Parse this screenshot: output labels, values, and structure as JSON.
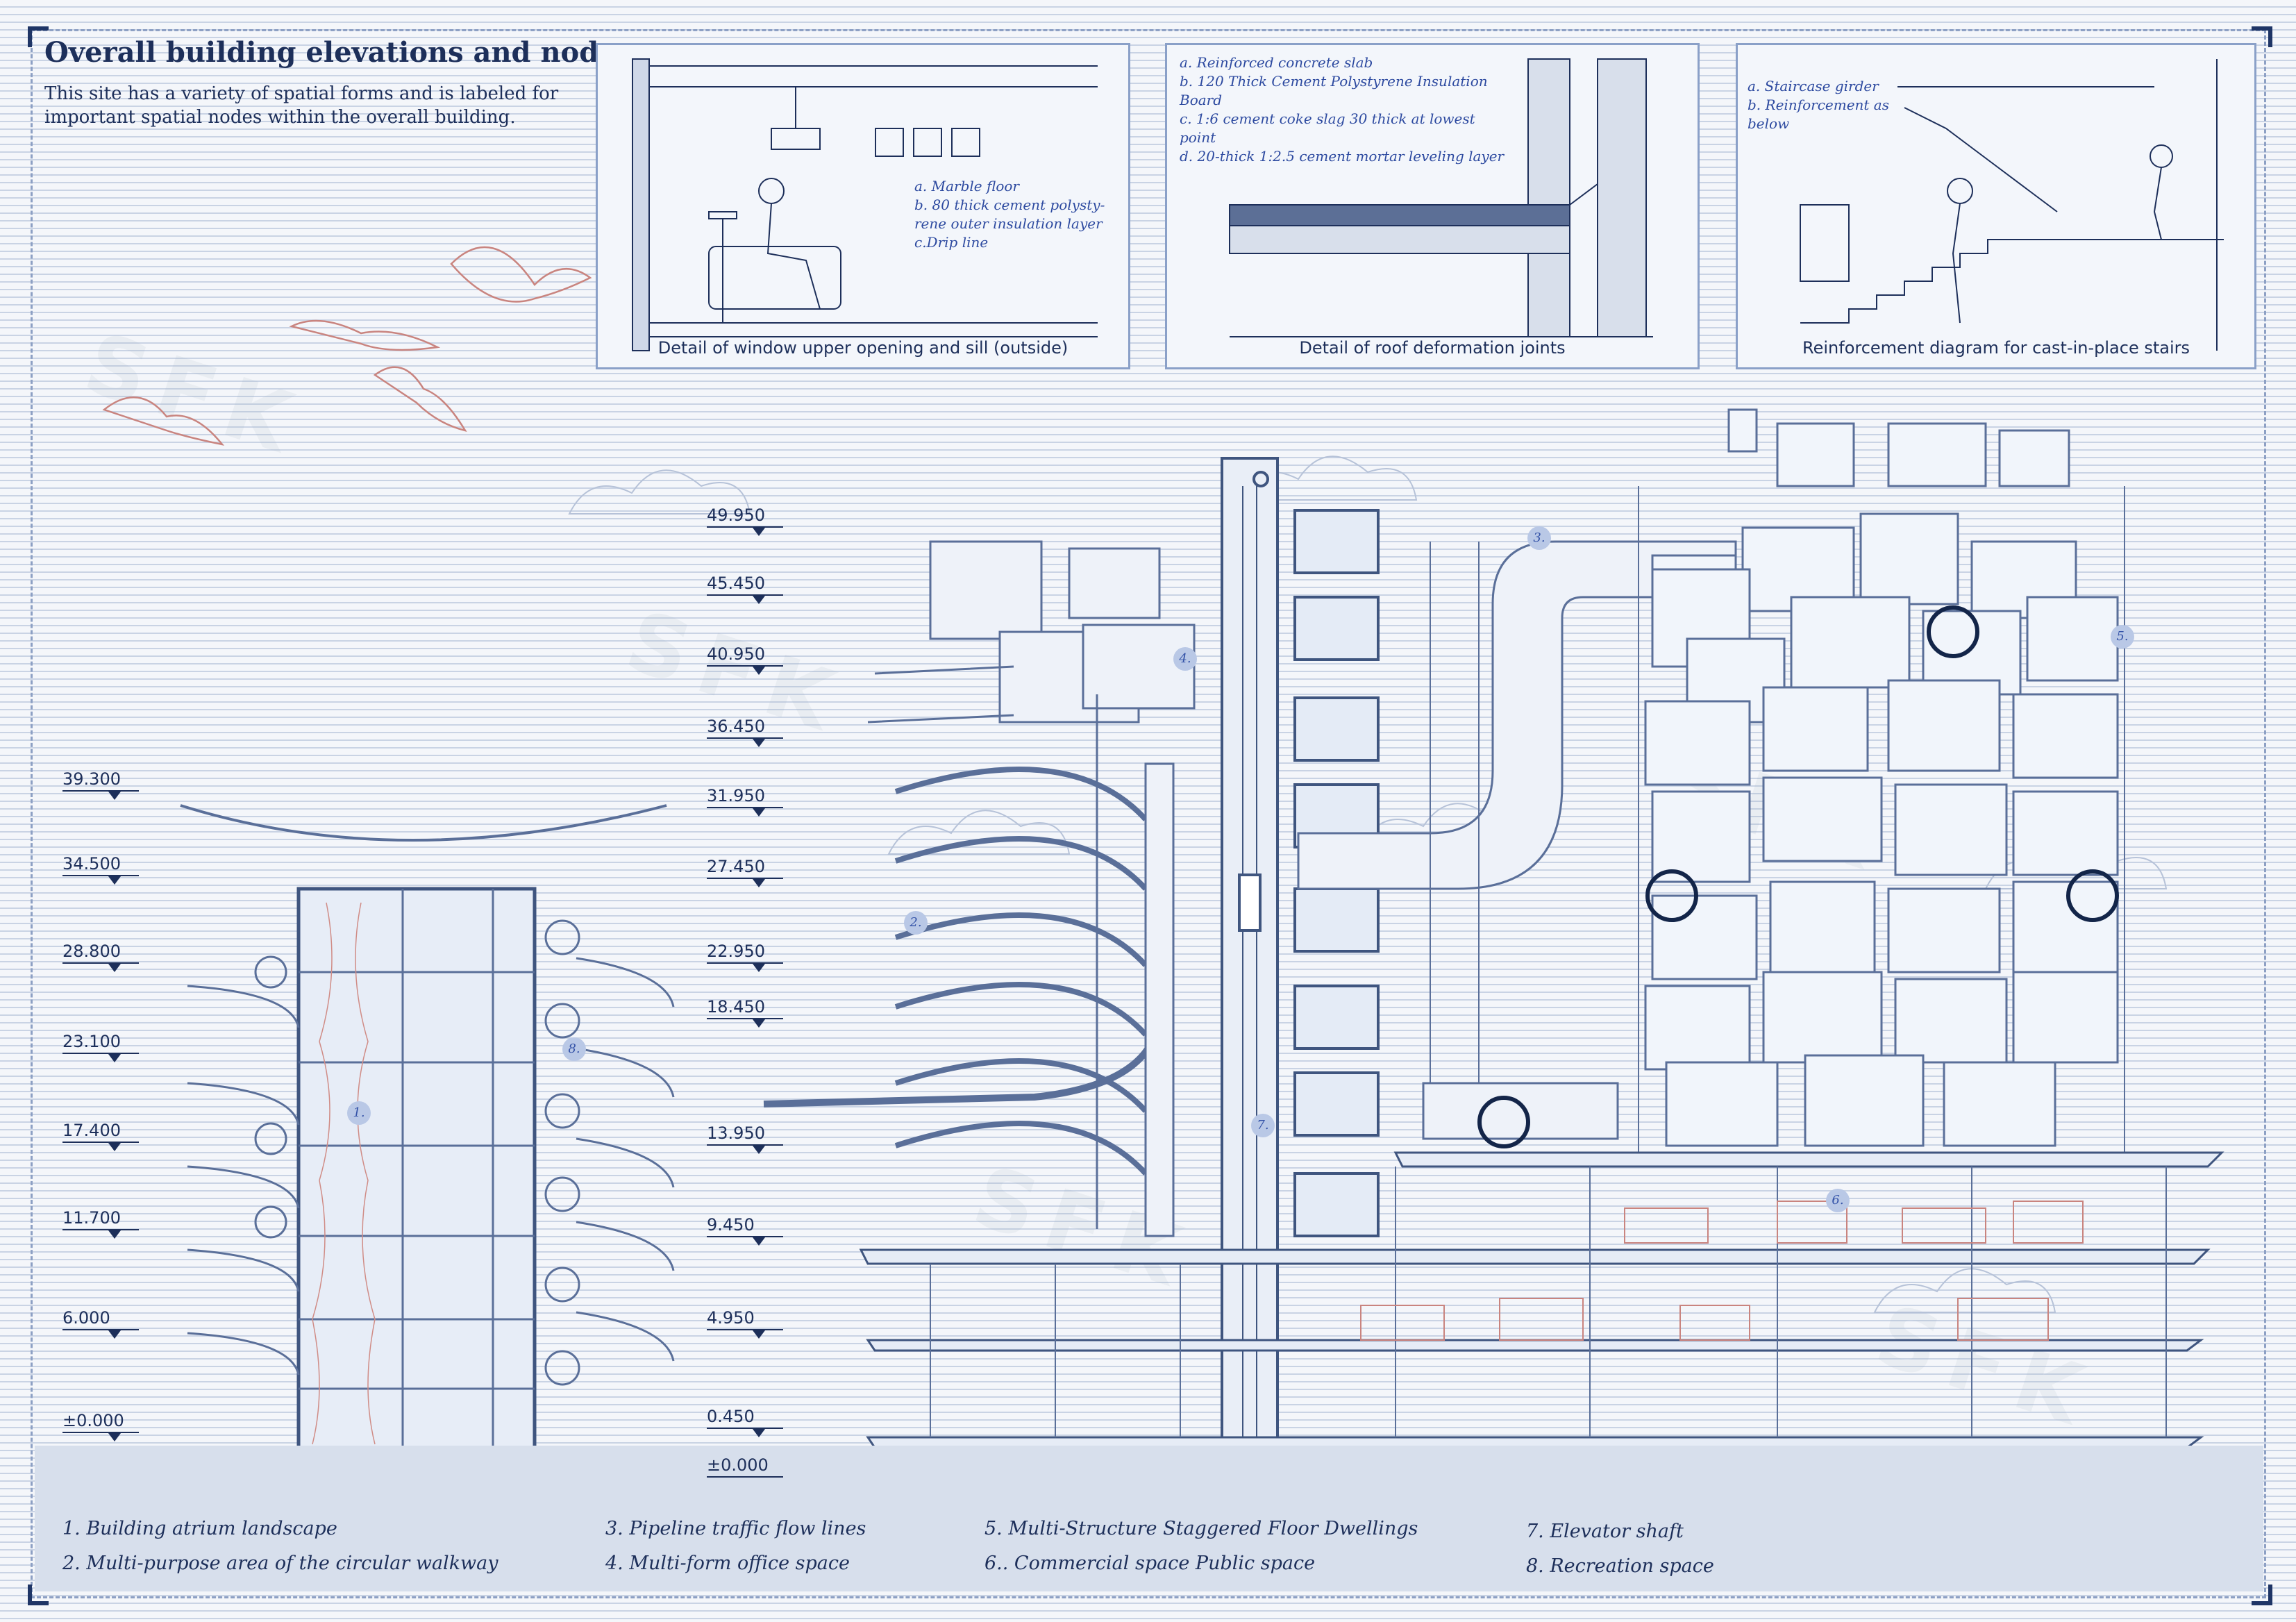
{
  "header": {
    "title": "Overall building elevations and nodes",
    "description": "This site has a variety of spatial forms and is labeled for important spatial nodes within the overall building."
  },
  "details": [
    {
      "caption": "Detail of window upper opening and sill (outside)",
      "notes": [
        "a. Marble floor",
        "b. 80 thick cement polysty-",
        "rene outer insulation layer",
        "c.Drip line"
      ]
    },
    {
      "caption": "Detail of roof deformation joints",
      "notes": [
        "a. Reinforced concrete slab",
        "b. 120 Thick Cement Polystyrene Insulation",
        "Board",
        "c. 1:6 cement coke slag 30 thick at lowest",
        "point",
        "d. 20-thick 1:2.5 cement mortar leveling layer"
      ]
    },
    {
      "caption": "Reinforcement diagram for cast-in-place stairs",
      "notes": [
        "a. Staircase girder",
        "b. Reinforcement as",
        "below"
      ]
    }
  ],
  "left_levels": [
    "39.300",
    "34.500",
    "28.800",
    "23.100",
    "17.400",
    "11.700",
    "6.000",
    "±0.000"
  ],
  "right_levels": [
    "49.950",
    "45.450",
    "40.950",
    "36.450",
    "31.950",
    "27.450",
    "22.950",
    "18.450",
    "13.950",
    "9.450",
    "4.950",
    "0.450",
    "±0.000"
  ],
  "markers": [
    "1.",
    "2.",
    "3.",
    "4.",
    "5.",
    "6.",
    "7.",
    "8."
  ],
  "legend": [
    "1. Building atrium landscape",
    "2. Multi-purpose area of the circular walkway",
    "3. Pipeline traffic flow lines",
    "4. Multi-form office space",
    "5. Multi-Structure Staggered Floor Dwellings",
    "6.. Commercial space Public space",
    "7. Elevator shaft",
    "8. Recreation space"
  ],
  "colors": {
    "navy": "#1d2f5a",
    "line": "#5a6f99",
    "accent": "#3453a8",
    "pink": "#c9847f"
  }
}
